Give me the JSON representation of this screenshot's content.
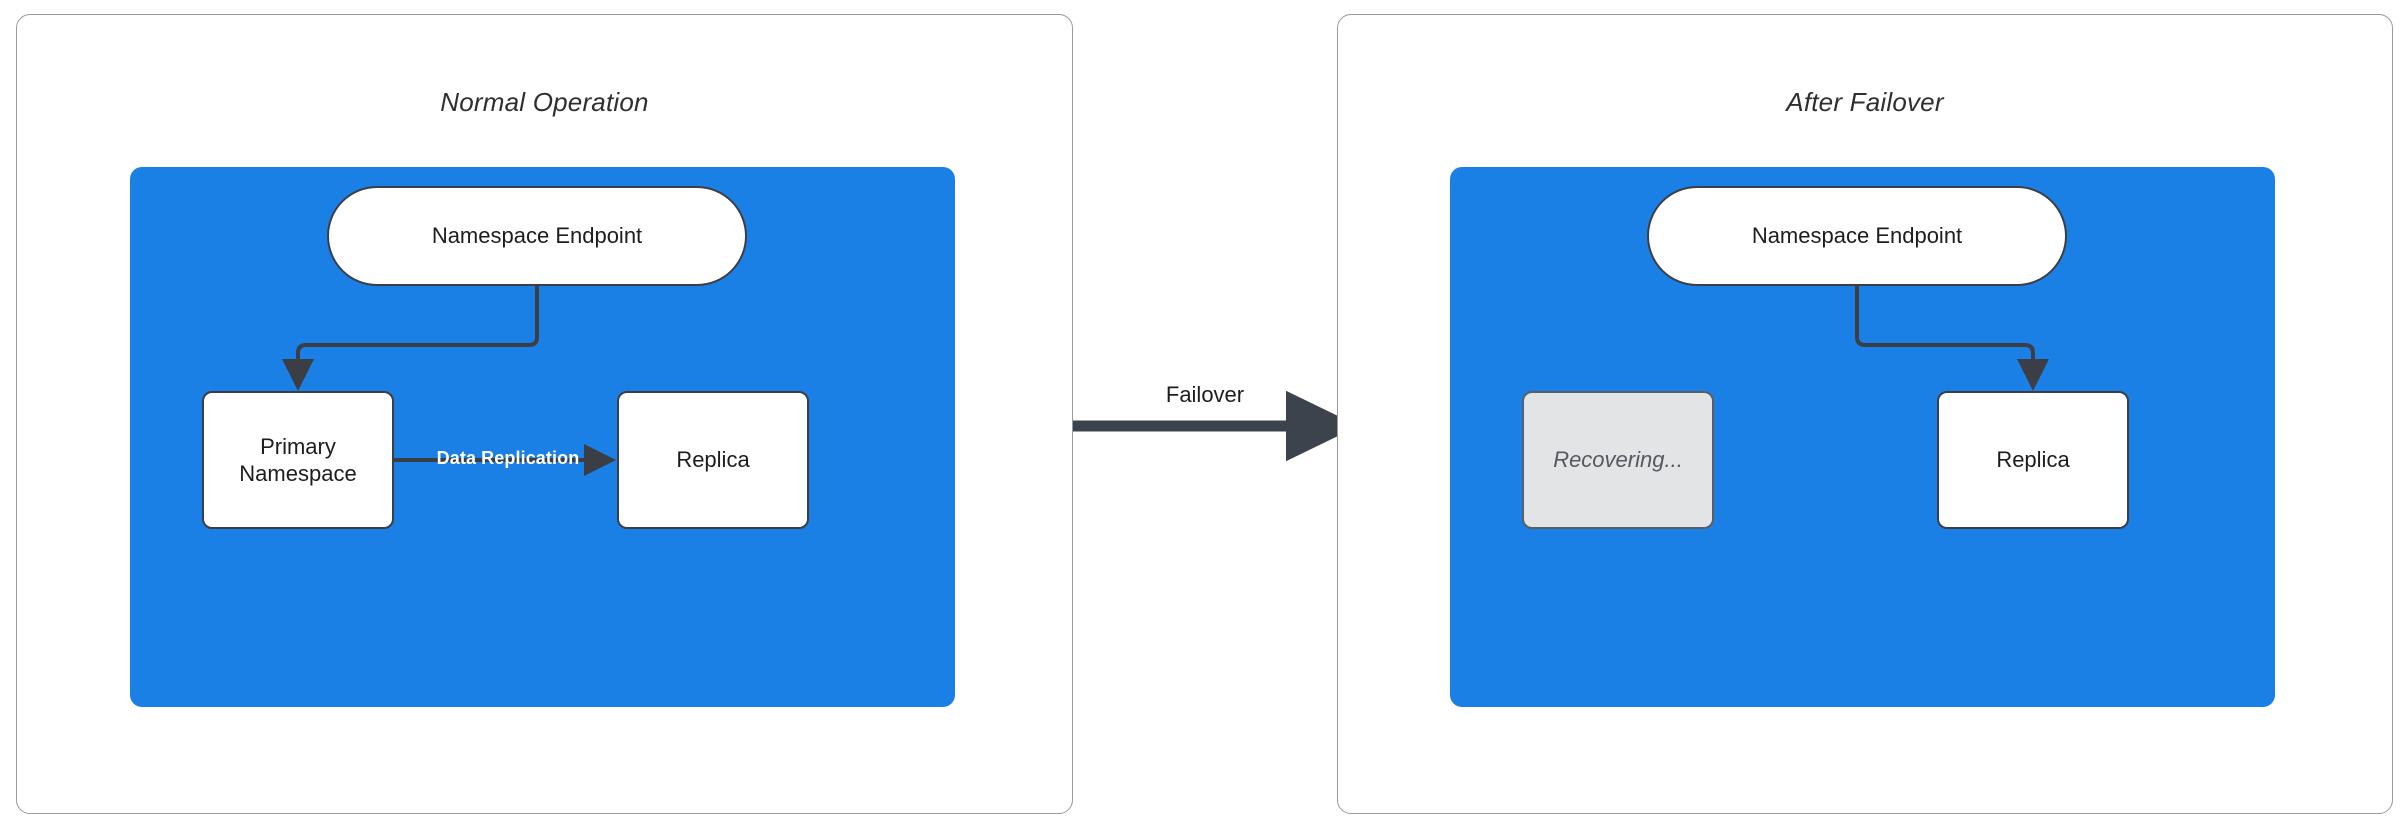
{
  "diagram": {
    "title_hidden": "",
    "colors": {
      "blue_region": "#1a80e5",
      "node_border": "#3b3f45",
      "node_fill": "#ffffff",
      "muted_fill": "#e2e4e6",
      "muted_text": "#55595f",
      "panel_border": "#9a9a9a",
      "arrow": "#3b3f45",
      "replication_label": "#ffffff"
    },
    "panels": [
      {
        "id": "normal-operation",
        "title": "Normal Operation",
        "nodes": [
          {
            "id": "namespace-endpoint",
            "label": "Namespace Endpoint",
            "shape": "pill",
            "state": "active"
          },
          {
            "id": "primary-namespace",
            "label": "Primary\nNamespace",
            "shape": "rect",
            "state": "active"
          },
          {
            "id": "replica",
            "label": "Replica",
            "shape": "rect",
            "state": "active"
          }
        ],
        "edges": [
          {
            "from": "namespace-endpoint",
            "to": "primary-namespace",
            "label": "",
            "style": "elbow"
          },
          {
            "from": "primary-namespace",
            "to": "replica",
            "label": "Data Replication",
            "style": "straight"
          }
        ]
      },
      {
        "id": "after-failover",
        "title": "After Failover",
        "nodes": [
          {
            "id": "namespace-endpoint",
            "label": "Namespace Endpoint",
            "shape": "pill",
            "state": "active"
          },
          {
            "id": "recovering",
            "label": "Recovering...",
            "shape": "rect",
            "state": "muted"
          },
          {
            "id": "replica",
            "label": "Replica",
            "shape": "rect",
            "state": "active"
          }
        ],
        "edges": [
          {
            "from": "namespace-endpoint",
            "to": "replica",
            "label": "",
            "style": "elbow"
          }
        ]
      }
    ],
    "transition": {
      "label": "Failover",
      "direction": "left-to-right"
    }
  },
  "left": {
    "title": "Normal Operation",
    "endpoint": "Namespace Endpoint",
    "primary_line1": "Primary",
    "primary_line2": "Namespace",
    "replica": "Replica",
    "replication_label": "Data Replication"
  },
  "right": {
    "title": "After Failover",
    "endpoint": "Namespace Endpoint",
    "recovering": "Recovering...",
    "replica": "Replica"
  },
  "middle": {
    "failover_label": "Failover"
  }
}
